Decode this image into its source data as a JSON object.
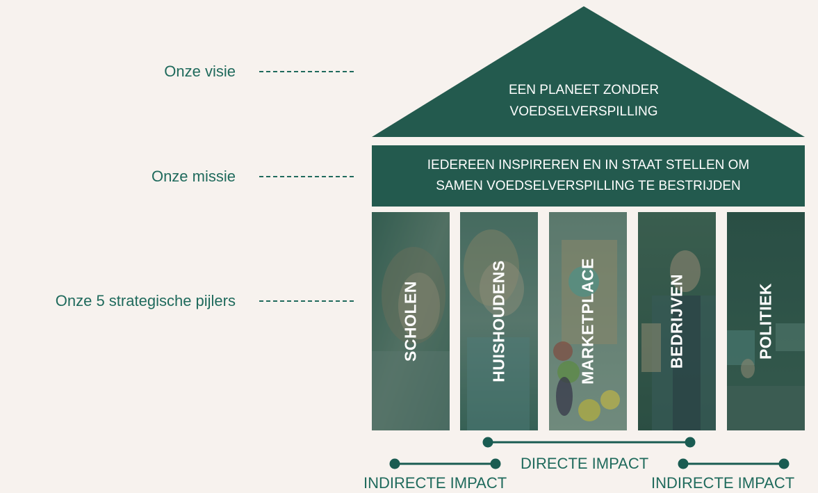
{
  "labels": {
    "vision": "Onze visie",
    "mission": "Onze missie",
    "pillars": "Onze 5 strategische pijlers"
  },
  "roof": {
    "line1": "EEN PLANEET ZONDER",
    "line2": "VOEDSELVERSPILLING"
  },
  "mission": {
    "line1": "IEDEREEN INSPIREREN EN IN STAAT STELLEN OM",
    "line2": "SAMEN VOEDSELVERSPILLING TE BESTRIJDEN"
  },
  "pillars": [
    {
      "name": "SCHOLEN"
    },
    {
      "name": "HUISHOUDENS"
    },
    {
      "name": "MARKETPLACE"
    },
    {
      "name": "BEDRIJVEN"
    },
    {
      "name": "POLITIEK"
    }
  ],
  "impact": {
    "direct": "DIRECTE IMPACT",
    "indirect_left": "INDIRECTE IMPACT",
    "indirect_right": "INDIRECTE IMPACT"
  },
  "colors": {
    "background": "#f7f2ee",
    "primary": "#235a4e",
    "text": "#1f6a5c",
    "line": "#1a5c52"
  }
}
